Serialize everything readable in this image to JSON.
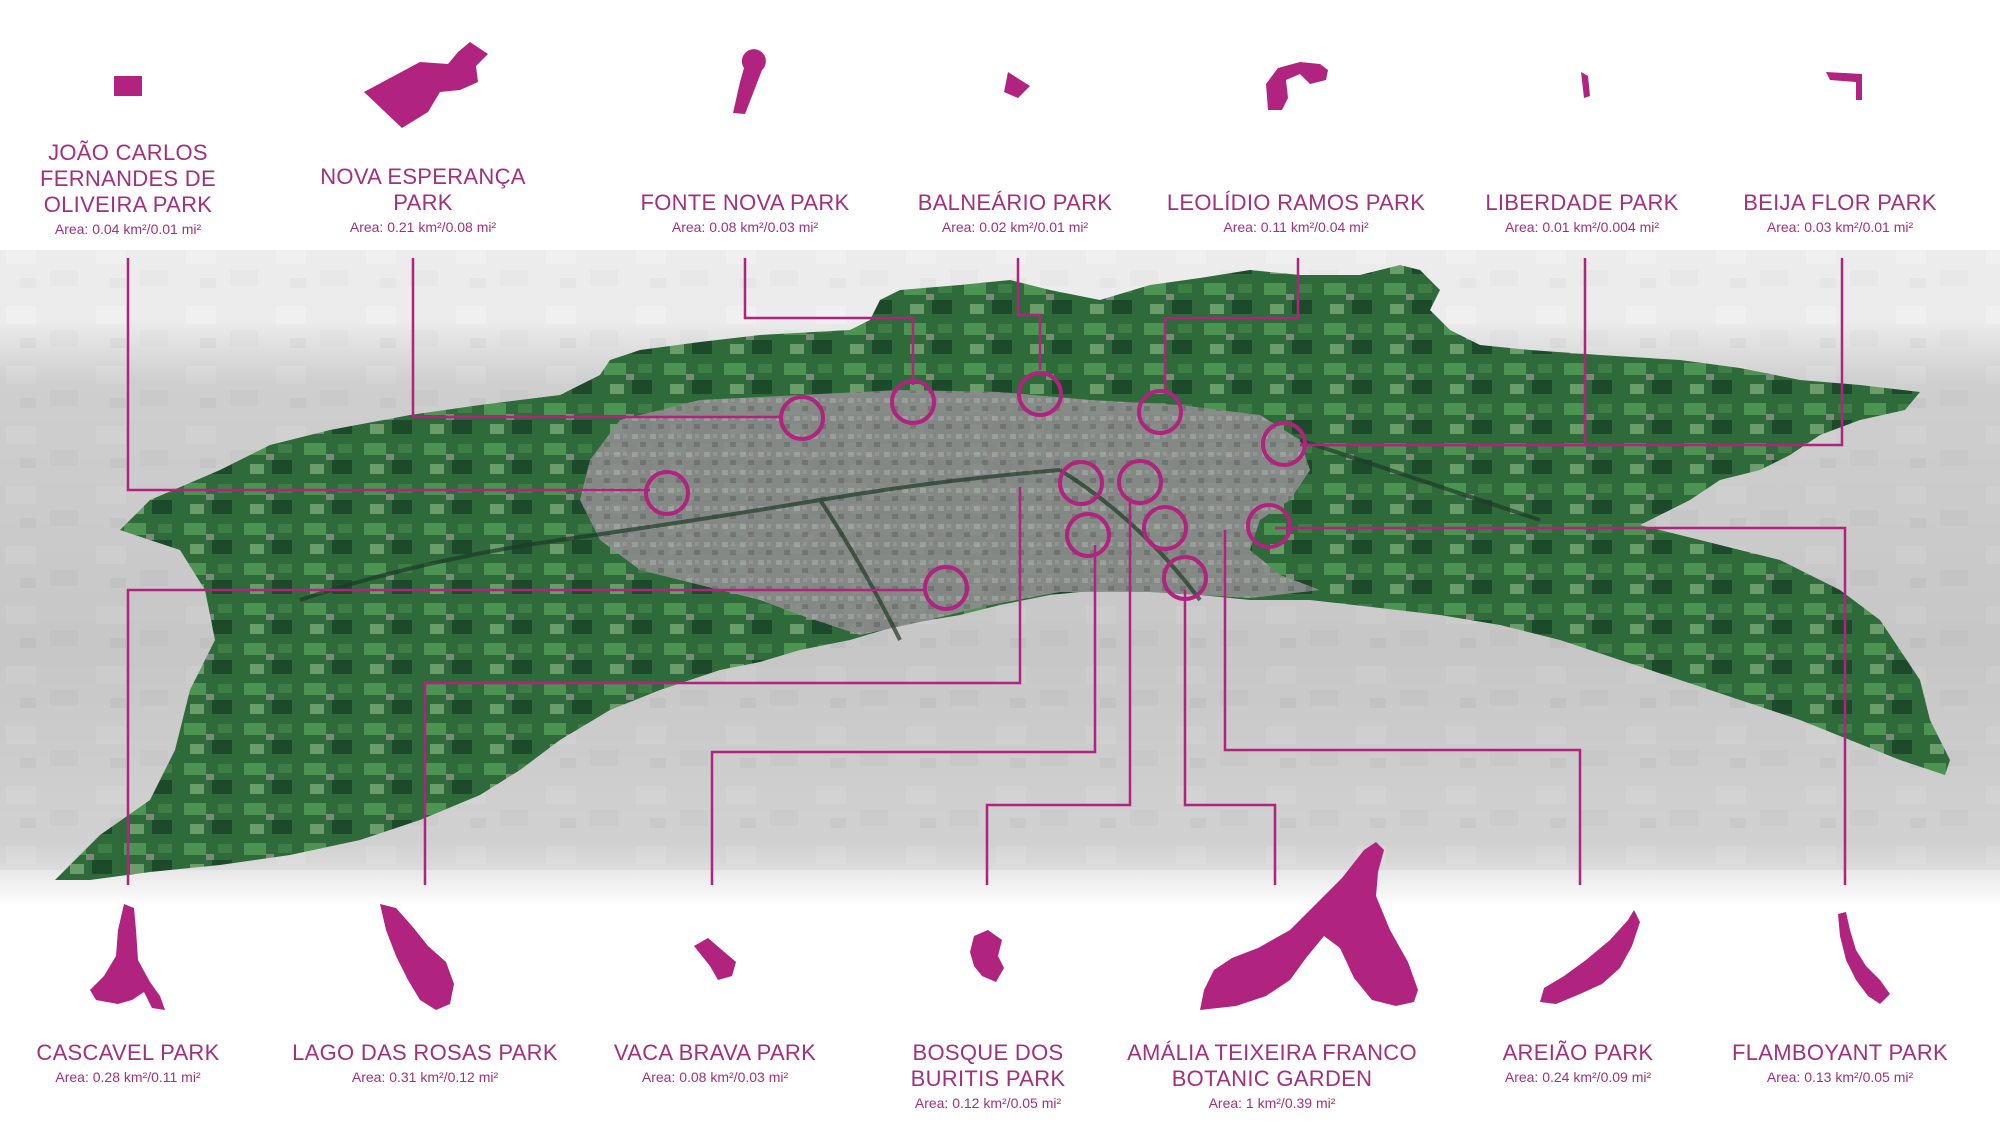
{
  "colors": {
    "accent": "#b0237f",
    "label_text": "#a2307e",
    "vegetation": "#2f6b3c",
    "urban": "#8a8a8a",
    "surroundings": "#c9c9c9"
  },
  "parks": [
    {
      "id": "joao-carlos",
      "name_lines": [
        "JOÃO CARLOS",
        "FERNANDES DE",
        "OLIVEIRA PARK"
      ],
      "area": "Area: 0.04 km²/0.01 mi²"
    },
    {
      "id": "nova-esperanca",
      "name_lines": [
        "NOVA ESPERANÇA",
        "PARK"
      ],
      "area": "Area: 0.21 km²/0.08 mi²"
    },
    {
      "id": "fonte-nova",
      "name_lines": [
        "FONTE NOVA PARK"
      ],
      "area": "Area: 0.08 km²/0.03 mi²"
    },
    {
      "id": "balneario",
      "name_lines": [
        "BALNEÁRIO PARK"
      ],
      "area": "Area: 0.02 km²/0.01 mi²"
    },
    {
      "id": "leolidio-ramos",
      "name_lines": [
        "LEOLÍDIO RAMOS PARK"
      ],
      "area": "Area: 0.11 km²/0.04 mi²"
    },
    {
      "id": "liberdade",
      "name_lines": [
        "LIBERDADE PARK"
      ],
      "area": "Area: 0.01 km²/0.004 mi²"
    },
    {
      "id": "beija-flor",
      "name_lines": [
        "BEIJA FLOR PARK"
      ],
      "area": "Area: 0.03 km²/0.01 mi²"
    },
    {
      "id": "cascavel",
      "name_lines": [
        "CASCAVEL PARK"
      ],
      "area": "Area: 0.28 km²/0.11 mi²"
    },
    {
      "id": "lago-das-rosas",
      "name_lines": [
        "LAGO DAS ROSAS PARK"
      ],
      "area": "Area: 0.31 km²/0.12 mi²"
    },
    {
      "id": "vaca-brava",
      "name_lines": [
        "VACA BRAVA PARK"
      ],
      "area": "Area: 0.08 km²/0.03 mi²"
    },
    {
      "id": "bosque-dos-buritis",
      "name_lines": [
        "BOSQUE DOS",
        "BURITIS PARK"
      ],
      "area": "Area: 0.12 km²/0.05 mi²"
    },
    {
      "id": "amalia-teixeira",
      "name_lines": [
        "AMÁLIA TEIXEIRA FRANCO",
        "BOTANIC GARDEN"
      ],
      "area": "Area: 1 km²/0.39 mi²"
    },
    {
      "id": "areiao",
      "name_lines": [
        "AREIÃO PARK"
      ],
      "area": "Area: 0.24 km²/0.09 mi²"
    },
    {
      "id": "flamboyant",
      "name_lines": [
        "FLAMBOYANT PARK"
      ],
      "area": "Area: 0.13 km²/0.05 mi²"
    }
  ]
}
